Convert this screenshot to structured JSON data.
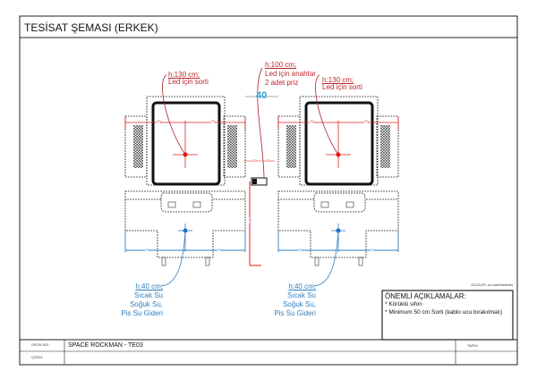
{
  "title": "TESİSAT ŞEMASI (ERKEK)",
  "callouts": {
    "left_led": {
      "h": "h:130 cm;",
      "text": "Led için sorti"
    },
    "right_led": {
      "h": "h:130 cm;",
      "text": "Led için sorti"
    },
    "switch": {
      "h": "h:100 cm;",
      "line1": "Led için anahtar",
      "line2": "2 adet priz"
    },
    "left_water": {
      "h": "h:40 cm;",
      "l1": "Sıcak Su",
      "l2": "Soğuk Su,",
      "l3": "Pis Su Gideri"
    },
    "right_water": {
      "h": "h:40 cm;",
      "l1": "Sıcak Su",
      "l2": "Soğuk Su,",
      "l3": "Pis Su Gideri"
    }
  },
  "dims": {
    "d70": "70",
    "d20": "20",
    "d40": "40",
    "d100": "100"
  },
  "units_note": "ÖLÇÜLER: cm (santimetredir)",
  "notes": {
    "title": "ÖNEMLİ AÇIKLAMALAR:",
    "items": [
      "* Körüklü sifon",
      "* Minimum 50 cm Sorti (kablo ucu bırakılmalı)"
    ]
  },
  "footer": {
    "product_label": "ÜRÜN ADI :",
    "product_value": "SPACE ROCKMAN  - TE03",
    "drawn_label": "ÇİZEN:",
    "date_label": "TARİH"
  },
  "colors": {
    "red": "#c0262c",
    "blue": "#2f7fc0"
  }
}
